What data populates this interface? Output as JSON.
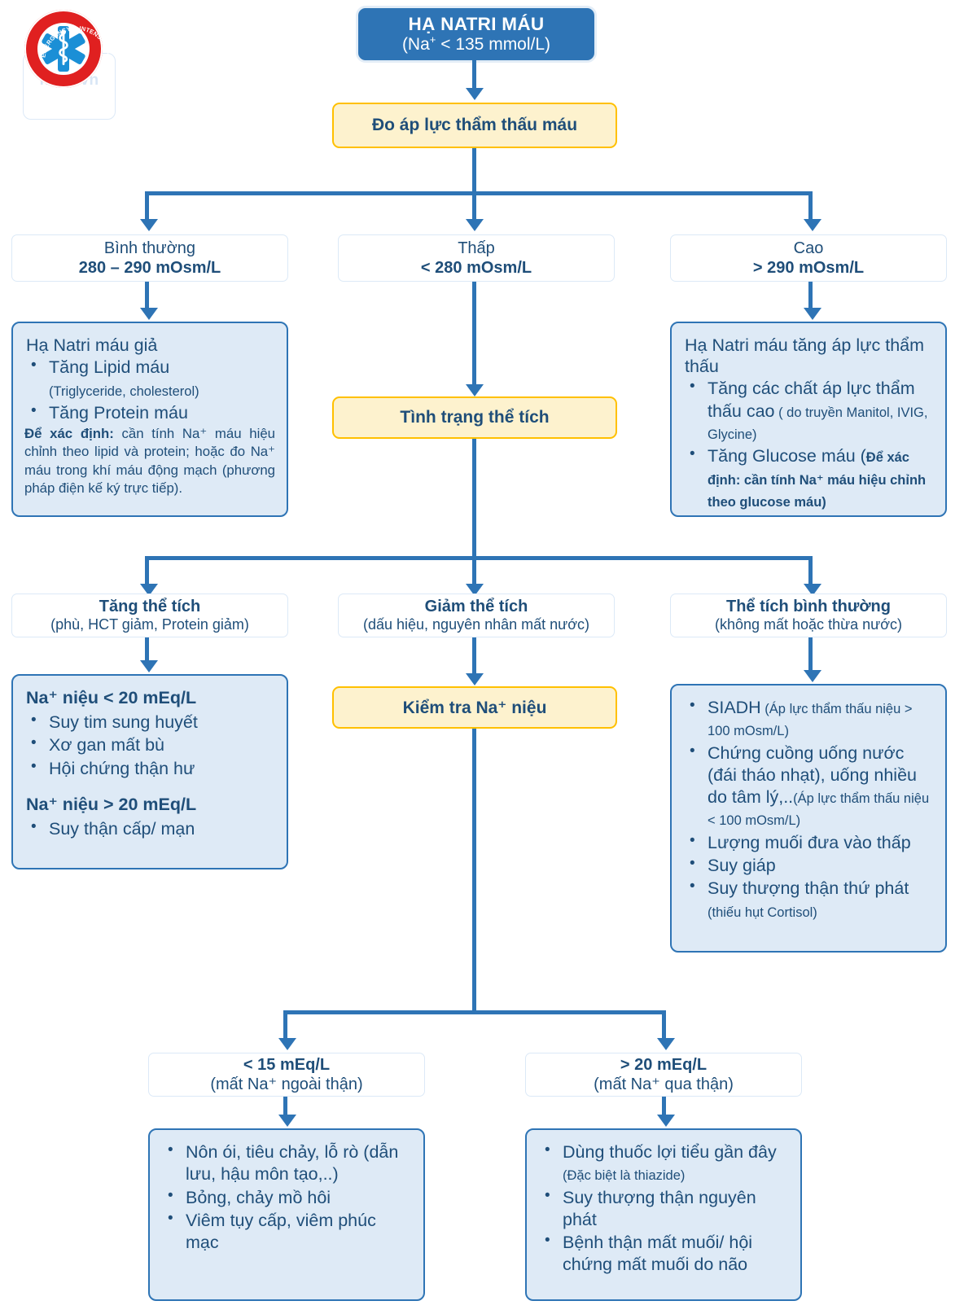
{
  "logo": {
    "ring_text": "EMERGENCY & INTENSIVE CARE UNIT &",
    "watermark": "hscc.vn"
  },
  "root": {
    "line1": "HẠ NATRI MÁU",
    "line2_pre": "(Na",
    "line2_sup": "+",
    "line2_post": " < 135 mmol/L)"
  },
  "step_osmolality": "Đo áp lực thẩm thấu máu",
  "tier1": {
    "normal": {
      "label": "Bình thường",
      "value": "280 – 290 mOsm/L"
    },
    "low": {
      "label": "Thấp",
      "value": "< 280 mOsm/L"
    },
    "high": {
      "label": "Cao",
      "value": "> 290 mOsm/L"
    }
  },
  "pseudo_hyponatremia": {
    "title": "Hạ Natri máu giả",
    "bullets": [
      {
        "main": "Tăng Lipid máu",
        "sub": "(Triglyceride, cholesterol)"
      },
      {
        "main": "Tăng Protein máu",
        "sub": ""
      }
    ],
    "note_bold": "Để xác định:",
    "note_text": " cần tính Na⁺ máu hiệu chỉnh theo lipid và protein; hoặc đo Na⁺ máu trong khí máu động mạch (phương pháp điện kế ký trực tiếp)."
  },
  "hypertonic_hyponatremia": {
    "title": "Hạ Natri máu tăng áp lực thẩm thấu",
    "bullets": [
      {
        "main": "Tăng các chất áp lực thẩm thấu cao",
        "sub": " ( do truyền Manitol, IVIG, Glycine)"
      },
      {
        "main": "Tăng Glucose máu (",
        "sub": "Để xác định: cần tính Na⁺ máu hiệu chỉnh theo glucose máu)"
      }
    ]
  },
  "step_volume_status": "Tình trạng thể tích",
  "tier2": {
    "hyper": {
      "label": "Tăng thể tích",
      "value": "(phù, HCT giảm, Protein giảm)"
    },
    "hypo": {
      "label": "Giảm thể tích",
      "value": "(dấu hiệu, nguyên nhân mất nước)"
    },
    "eu": {
      "label": "Thể tích bình thường",
      "value": "(không mất hoặc thừa nước)"
    }
  },
  "hypervolemic_box": {
    "heading1": "Na⁺ niệu < 20 mEq/L",
    "items1": [
      "Suy tim sung huyết",
      "Xơ gan mất bù",
      "Hội chứng thận hư"
    ],
    "heading2": "Na⁺ niệu > 20 mEq/L",
    "items2": [
      "Suy thận cấp/ mạn"
    ]
  },
  "euvolemic_box": {
    "bullets": [
      {
        "main": "SIADH",
        "sub": " (Áp lực thẩm thấu niệu > 100 mOsm/L)"
      },
      {
        "main": "Chứng cuồng uống nước (đái tháo nhạt), uống nhiều do tâm lý,..",
        "sub": "(Áp lực thẩm thấu niệu < 100 mOsm/L)"
      },
      {
        "main": "Lượng muối đưa vào thấp",
        "sub": ""
      },
      {
        "main": "Suy giáp",
        "sub": ""
      },
      {
        "main": "Suy thượng thận thứ phát",
        "sub": " (thiếu hụt Cortisol)"
      }
    ]
  },
  "step_urine_na": "Kiểm tra Na⁺ niệu",
  "tier3": {
    "low": {
      "label": "< 15 mEq/L",
      "value": "(mất Na⁺ ngoài thận)"
    },
    "high": {
      "label": "> 20 mEq/L",
      "value": "(mất Na⁺ qua thận)"
    }
  },
  "extrarenal_box": {
    "bullets": [
      {
        "main": "Nôn ói, tiêu chảy, lỗ rò (dẫn lưu, hậu môn tạo,..)",
        "sub": ""
      },
      {
        "main": "Bỏng, chảy mồ hôi",
        "sub": ""
      },
      {
        "main": "Viêm tụy cấp, viêm phúc mạc",
        "sub": ""
      }
    ]
  },
  "renal_box": {
    "bullets": [
      {
        "main": "Dùng thuốc lợi tiểu gần đây",
        "sub": " (Đặc biệt là thiazide)"
      },
      {
        "main": "Suy thượng thận nguyên phát",
        "sub": ""
      },
      {
        "main": "Bệnh thận mất muối/ hội chứng mất muối do não",
        "sub": ""
      }
    ]
  },
  "colors": {
    "accent_blue": "#2E74B5",
    "dark_blue_text": "#1F4E79",
    "panel_fill": "#DEEAF6",
    "yellow_border": "#FFC000",
    "yellow_fill": "#FDF2CE",
    "logo_red": "#E02020"
  }
}
